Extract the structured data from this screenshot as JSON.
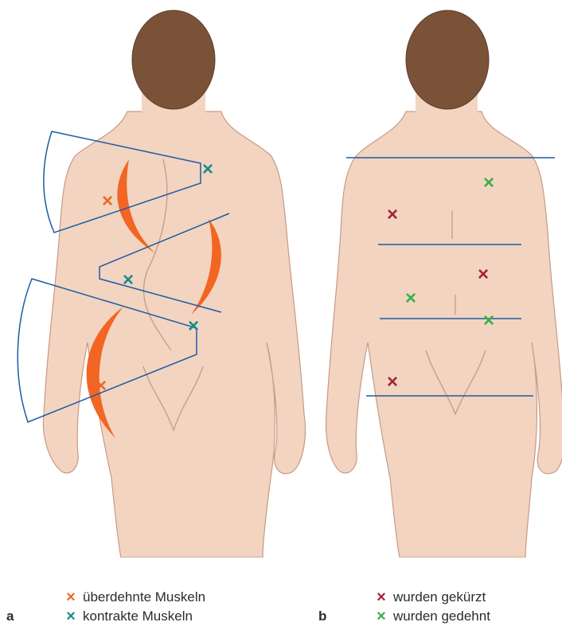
{
  "panels": {
    "a": {
      "label": "a",
      "legend": [
        {
          "mark": "×",
          "text": "überdehnte Muskeln",
          "color": "#f26522"
        },
        {
          "mark": "×",
          "text": "kontrakte Muskeln",
          "color": "#1a8a8c"
        }
      ]
    },
    "b": {
      "label": "b",
      "legend": [
        {
          "mark": "×",
          "text": "wurden gekürzt",
          "color": "#a3223a"
        },
        {
          "mark": "×",
          "text": "wurden gedehnt",
          "color": "#3aae49"
        }
      ]
    }
  },
  "colors": {
    "skin": "#f2d4c0",
    "skin_outline": "#c79a86",
    "hair": "#7a5238",
    "hair_outline": "#5e3d28",
    "guide_lines": "#1f5aa6",
    "overstretched": "#f26522",
    "contracted": "#1a8a8c",
    "shortened": "#a3223a",
    "stretched": "#3aae49"
  }
}
